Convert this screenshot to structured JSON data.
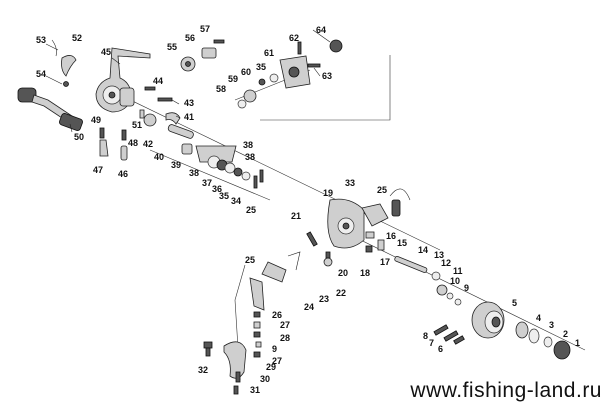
{
  "watermark": "www.fishing-land.ru",
  "parts": [
    "1",
    "2",
    "3",
    "4",
    "5",
    "6",
    "7",
    "8",
    "9",
    "10",
    "11",
    "12",
    "13",
    "14",
    "15",
    "16",
    "17",
    "18",
    "19",
    "20",
    "21",
    "22",
    "23",
    "24",
    "25",
    "26",
    "27",
    "28",
    "29",
    "30",
    "31",
    "32",
    "33",
    "34",
    "35",
    "36",
    "37",
    "38",
    "39",
    "40",
    "41",
    "42",
    "43",
    "44",
    "45",
    "46",
    "47",
    "48",
    "49",
    "50",
    "51",
    "52",
    "53",
    "54",
    "55",
    "56",
    "57",
    "58",
    "59",
    "60",
    "61",
    "62",
    "63",
    "64"
  ]
}
